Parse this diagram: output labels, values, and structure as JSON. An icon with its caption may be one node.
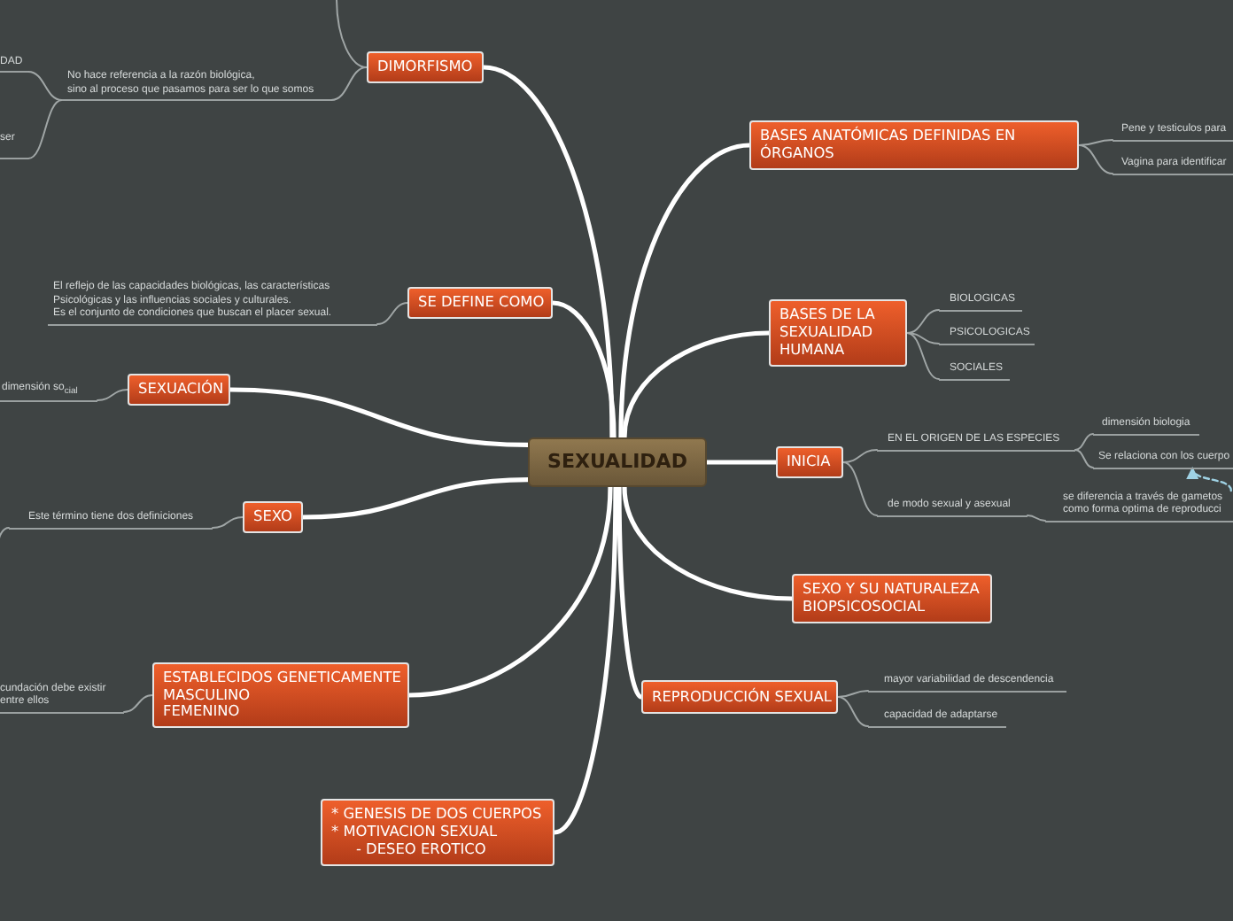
{
  "diagram": {
    "nodes": [
      {
        "text": [
          "SEXUALIDAD"
        ]
      },
      {
        "text": [
          "DIMORFISMO"
        ]
      },
      {
        "text": [
          "No hace referencia a la razón biológica, sino al proceso que pasamos para ser lo que somos"
        ]
      },
      {
        "text": [
          "DAD"
        ]
      },
      {
        "text": [
          "ser"
        ]
      },
      {
        "text": [
          "SE DEFINE COMO"
        ]
      },
      {
        "text": [
          "El reflejo de las capacidades biológicas, las características Psicológicas y las influencias sociales y culturales. Es el conjunto de condiciones que buscan el placer sexual."
        ]
      },
      {
        "text": [
          "SEXUACIÓN"
        ]
      },
      {
        "text": [
          "dimensión so$_{cial}$"
        ]
      },
      {
        "text": [
          "SEXO"
        ]
      },
      {
        "text": [
          "Este término tiene dos definiciones"
        ]
      },
      {
        "text": [
          "ESTABLECIDOS GENETICAMENTE",
          "MASCULINO",
          "FEMENINO"
        ]
      },
      {
        "text": [
          "cundación debe existir entre ellos"
        ]
      },
      {
        "text": [
          "* GENESIS DE DOS CUERPOS",
          "* MOTIVACION SEXUAL",
          "- DESEO EROTICO"
        ]
      },
      {
        "text": [
          "BASES ANATÓMICAS DEFINIDAS EN ÓRGANOS"
        ]
      },
      {
        "text": [
          "Pene y testiculos para"
        ]
      },
      {
        "text": [
          "Vagina para identificar"
        ]
      },
      {
        "text": [
          "BASES DE LA SEXUALIDAD HUMANA"
        ]
      },
      {
        "text": [
          "BIOLOGICAS"
        ]
      },
      {
        "text": [
          "PSICOLOGICAS"
        ]
      },
      {
        "text": [
          "SOCIALES"
        ]
      },
      {
        "text": [
          "INICIA"
        ]
      },
      {
        "text": [
          "EN EL ORIGEN DE LAS ESPECIES"
        ]
      },
      {
        "text": [
          "dimensión biologia"
        ]
      },
      {
        "text": [
          "Se relaciona con los cuerpo"
        ]
      },
      {
        "text": [
          "de modo sexual y asexual"
        ]
      },
      {
        "text": [
          "se diferencia a través de gametos como forma optima de reproducci"
        ]
      },
      {
        "text": [
          "SEXO Y SU NATURALEZA BIOPSICOSOCIAL"
        ]
      },
      {
        "text": [
          "REPRODUCCIÓN SEXUAL"
        ]
      },
      {
        "text": [
          "mayor variabilidad de descendencia"
        ]
      },
      {
        "text": [
          "capacidad de adaptarse"
        ]
      }
    ],
    "edges": [
      {
        "from": 0,
        "to": 1,
        "arrow": "none",
        "style": "thick",
        "color": "#ffffff"
      },
      {
        "from": 0,
        "to": 5,
        "arrow": "none",
        "style": "thick",
        "color": "#ffffff"
      },
      {
        "from": 0,
        "to": 7,
        "arrow": "none",
        "style": "thick",
        "color": "#ffffff"
      },
      {
        "from": 0,
        "to": 9,
        "arrow": "none",
        "style": "thick",
        "color": "#ffffff"
      },
      {
        "from": 0,
        "to": 11,
        "arrow": "none",
        "style": "thick",
        "color": "#ffffff"
      },
      {
        "from": 0,
        "to": 13,
        "arrow": "none",
        "style": "thick",
        "color": "#ffffff"
      },
      {
        "from": 0,
        "to": 14,
        "arrow": "none",
        "style": "thick",
        "color": "#ffffff"
      },
      {
        "from": 0,
        "to": 17,
        "arrow": "none",
        "style": "thick",
        "color": "#ffffff"
      },
      {
        "from": 0,
        "to": 21,
        "arrow": "none",
        "style": "thick",
        "color": "#ffffff"
      },
      {
        "from": 0,
        "to": 27,
        "arrow": "none",
        "style": "thick",
        "color": "#ffffff"
      },
      {
        "from": 0,
        "to": 28,
        "arrow": "none",
        "style": "thick",
        "color": "#ffffff"
      },
      {
        "from": 1,
        "to": null,
        "arrow": "none"
      },
      {
        "from": 1,
        "to": 2,
        "arrow": "none"
      },
      {
        "from": 2,
        "to": 3,
        "arrow": "none"
      },
      {
        "from": 2,
        "to": 4,
        "arrow": "none"
      },
      {
        "from": 5,
        "to": 6,
        "arrow": "none"
      },
      {
        "from": 7,
        "to": 8,
        "arrow": "none"
      },
      {
        "from": 9,
        "to": 10,
        "arrow": "none"
      },
      {
        "from": 10,
        "to": null,
        "arrow": "none"
      },
      {
        "from": 11,
        "to": 12,
        "arrow": "none"
      },
      {
        "from": 14,
        "to": 15,
        "arrow": "none"
      },
      {
        "from": 14,
        "to": 16,
        "arrow": "none"
      },
      {
        "from": 17,
        "to": 18,
        "arrow": "none"
      },
      {
        "from": 17,
        "to": 19,
        "arrow": "none"
      },
      {
        "from": 17,
        "to": 20,
        "arrow": "none"
      },
      {
        "from": 21,
        "to": 22,
        "arrow": "none"
      },
      {
        "from": 21,
        "to": 25,
        "arrow": "none"
      },
      {
        "from": 22,
        "to": 23,
        "arrow": "none"
      },
      {
        "from": 22,
        "to": 24,
        "arrow": "none"
      },
      {
        "from": 25,
        "to": 26,
        "arrow": "none"
      },
      {
        "from": 28,
        "to": 29,
        "arrow": "none"
      },
      {
        "from": 28,
        "to": 30,
        "arrow": "none"
      },
      {
        "from": 26,
        "to": 24,
        "arrow": "to",
        "style": "dashed",
        "color": "#9fd2e4"
      }
    ]
  }
}
